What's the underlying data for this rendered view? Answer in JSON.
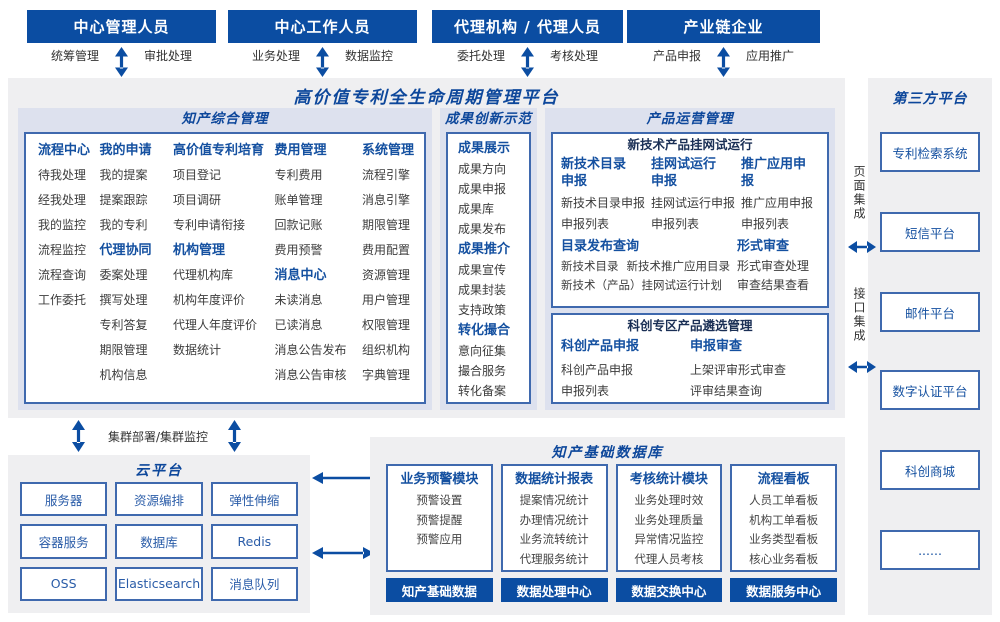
{
  "colors": {
    "accent": "#0b4da2",
    "heading": "#1450a0",
    "panel_bg": "#dde1ee",
    "container_bg": "#efeff1",
    "border": "#3f69ae"
  },
  "roles": [
    {
      "title": "中心管理人员",
      "left_label": "统筹管理",
      "right_label": "审批处理"
    },
    {
      "title": "中心工作人员",
      "left_label": "业务处理",
      "right_label": "数据监控"
    },
    {
      "title": "代理机构 / 代理人员",
      "left_label": "委托处理",
      "right_label": "考核处理"
    },
    {
      "title": "产业链企业",
      "left_label": "产品申报",
      "right_label": "应用推广"
    }
  ],
  "platform_title": "高价值专利全生命周期管理平台",
  "ip_mgmt": {
    "title": "知产综合管理",
    "columns": [
      {
        "entries": [
          {
            "t": "h",
            "v": "流程中心"
          },
          {
            "t": "i",
            "v": "待我处理"
          },
          {
            "t": "i",
            "v": "经我处理"
          },
          {
            "t": "i",
            "v": "我的监控"
          },
          {
            "t": "i",
            "v": "流程监控"
          },
          {
            "t": "i",
            "v": "流程查询"
          },
          {
            "t": "i",
            "v": "工作委托"
          }
        ]
      },
      {
        "entries": [
          {
            "t": "h",
            "v": "我的申请"
          },
          {
            "t": "i",
            "v": "我的提案"
          },
          {
            "t": "i",
            "v": "提案跟踪"
          },
          {
            "t": "i",
            "v": "我的专利"
          },
          {
            "t": "h",
            "v": "代理协同"
          },
          {
            "t": "i",
            "v": "委案处理"
          },
          {
            "t": "i",
            "v": "撰写处理"
          },
          {
            "t": "i",
            "v": "专利答复"
          },
          {
            "t": "i",
            "v": "期限管理"
          },
          {
            "t": "i",
            "v": "机构信息"
          }
        ]
      },
      {
        "entries": [
          {
            "t": "h",
            "v": "高价值专利培育"
          },
          {
            "t": "i",
            "v": "项目登记"
          },
          {
            "t": "i",
            "v": "项目调研"
          },
          {
            "t": "i",
            "v": "专利申请衔接"
          },
          {
            "t": "h",
            "v": "机构管理"
          },
          {
            "t": "i",
            "v": "代理机构库"
          },
          {
            "t": "i",
            "v": "机构年度评价"
          },
          {
            "t": "i",
            "v": "代理人年度评价"
          },
          {
            "t": "i",
            "v": "数据统计"
          }
        ]
      },
      {
        "entries": [
          {
            "t": "h",
            "v": "费用管理"
          },
          {
            "t": "i",
            "v": "专利费用"
          },
          {
            "t": "i",
            "v": "账单管理"
          },
          {
            "t": "i",
            "v": "回款记账"
          },
          {
            "t": "i",
            "v": "费用预警"
          },
          {
            "t": "h",
            "v": "消息中心"
          },
          {
            "t": "i",
            "v": "未读消息"
          },
          {
            "t": "i",
            "v": "已读消息"
          },
          {
            "t": "i",
            "v": "消息公告发布"
          },
          {
            "t": "i",
            "v": "消息公告审核"
          }
        ]
      },
      {
        "entries": [
          {
            "t": "h",
            "v": "系统管理"
          },
          {
            "t": "i",
            "v": "流程引擎"
          },
          {
            "t": "i",
            "v": "消息引擎"
          },
          {
            "t": "i",
            "v": "期限管理"
          },
          {
            "t": "i",
            "v": "费用配置"
          },
          {
            "t": "i",
            "v": "资源管理"
          },
          {
            "t": "i",
            "v": "用户管理"
          },
          {
            "t": "i",
            "v": "权限管理"
          },
          {
            "t": "i",
            "v": "组织机构"
          },
          {
            "t": "i",
            "v": "字典管理"
          }
        ]
      }
    ]
  },
  "achievement": {
    "title": "成果创新示范",
    "entries": [
      {
        "t": "h",
        "v": "成果展示"
      },
      {
        "t": "i",
        "v": "成果方向"
      },
      {
        "t": "i",
        "v": "成果申报"
      },
      {
        "t": "i",
        "v": "成果库"
      },
      {
        "t": "i",
        "v": "成果发布"
      },
      {
        "t": "h",
        "v": "成果推介"
      },
      {
        "t": "i",
        "v": "成果宣传"
      },
      {
        "t": "i",
        "v": "成果封装"
      },
      {
        "t": "i",
        "v": "支持政策"
      },
      {
        "t": "h",
        "v": "转化撮合"
      },
      {
        "t": "i",
        "v": "意向征集"
      },
      {
        "t": "i",
        "v": "撮合服务"
      },
      {
        "t": "i",
        "v": "转化备案"
      }
    ]
  },
  "product_ops": {
    "title": "产品运营管理",
    "box1": {
      "title": "新技术产品挂网试运行",
      "columns": [
        {
          "heading": "新技术目录\n申报",
          "items": [
            "新技术目录申报",
            "申报列表"
          ]
        },
        {
          "heading": "挂网试运行\n申报",
          "items": [
            "挂网试运行申报",
            "申报列表"
          ]
        },
        {
          "heading": "推广应用申报",
          "items": [
            "推广应用申报",
            "申报列表"
          ]
        }
      ],
      "catalog": {
        "heading": "目录发布查询",
        "items": [
          "新技术目录",
          "新技术推广应用目录",
          "新技术（产品）挂网试运行计划"
        ]
      },
      "formal": {
        "heading": "形式审查",
        "items": [
          "形式审查处理",
          "审查结果查看"
        ]
      }
    },
    "box2": {
      "title": "科创专区产品遴选管理",
      "columns": [
        {
          "heading": "科创产品申报",
          "items": [
            "科创产品申报",
            "申报列表"
          ]
        },
        {
          "heading": "申报审查",
          "items": [
            "上架评审形式审查",
            "评审结果查询"
          ]
        }
      ]
    }
  },
  "third_party": {
    "title": "第三方平台",
    "boxes": [
      "专利检索系统",
      "短信平台",
      "邮件平台",
      "数字认证平台",
      "科创商城",
      "......"
    ]
  },
  "labels": {
    "cluster": "集群部署/集群监控",
    "page_integration": "页面集成",
    "api_integration": "接口集成"
  },
  "cloud": {
    "title": "云平台",
    "boxes": [
      "服务器",
      "资源编排",
      "弹性伸缩",
      "容器服务",
      "数据库",
      "Redis",
      "OSS",
      "Elasticsearch",
      "消息队列"
    ]
  },
  "data_base": {
    "title": "知产基础数据库",
    "modules": [
      {
        "heading": "业务预警模块",
        "items": [
          "预警设置",
          "预警提醒",
          "预警应用"
        ],
        "button": "知产基础数据"
      },
      {
        "heading": "数据统计报表",
        "items": [
          "提案情况统计",
          "办理情况统计",
          "业务流转统计",
          "代理服务统计"
        ],
        "button": "数据处理中心"
      },
      {
        "heading": "考核统计模块",
        "items": [
          "业务处理时效",
          "业务处理质量",
          "异常情况监控",
          "代理人员考核"
        ],
        "button": "数据交换中心"
      },
      {
        "heading": "流程看板",
        "items": [
          "人员工单看板",
          "机构工单看板",
          "业务类型看板",
          "核心业务看板"
        ],
        "button": "数据服务中心"
      }
    ]
  }
}
